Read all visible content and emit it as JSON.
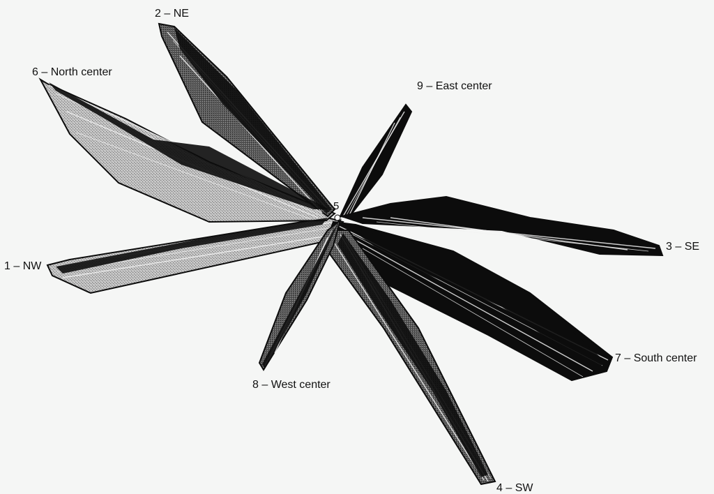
{
  "diagram": {
    "colors": {
      "background": "#f5f6f5",
      "dark_band": "#0c0c0c",
      "light_band": "#b5b5b5",
      "seam": "#f2f2f2"
    },
    "center_label": "5",
    "fans": [
      {
        "id": "nw",
        "label": "1 – NW"
      },
      {
        "id": "ne",
        "label": "2 – NE"
      },
      {
        "id": "se",
        "label": "3 – SE"
      },
      {
        "id": "sw",
        "label": "4 – SW"
      },
      {
        "id": "north-center",
        "label": "6 – North center"
      },
      {
        "id": "south-center",
        "label": "7 – South center"
      },
      {
        "id": "west-center",
        "label": "8 – West center"
      },
      {
        "id": "east-center",
        "label": "9 – East center"
      }
    ]
  }
}
